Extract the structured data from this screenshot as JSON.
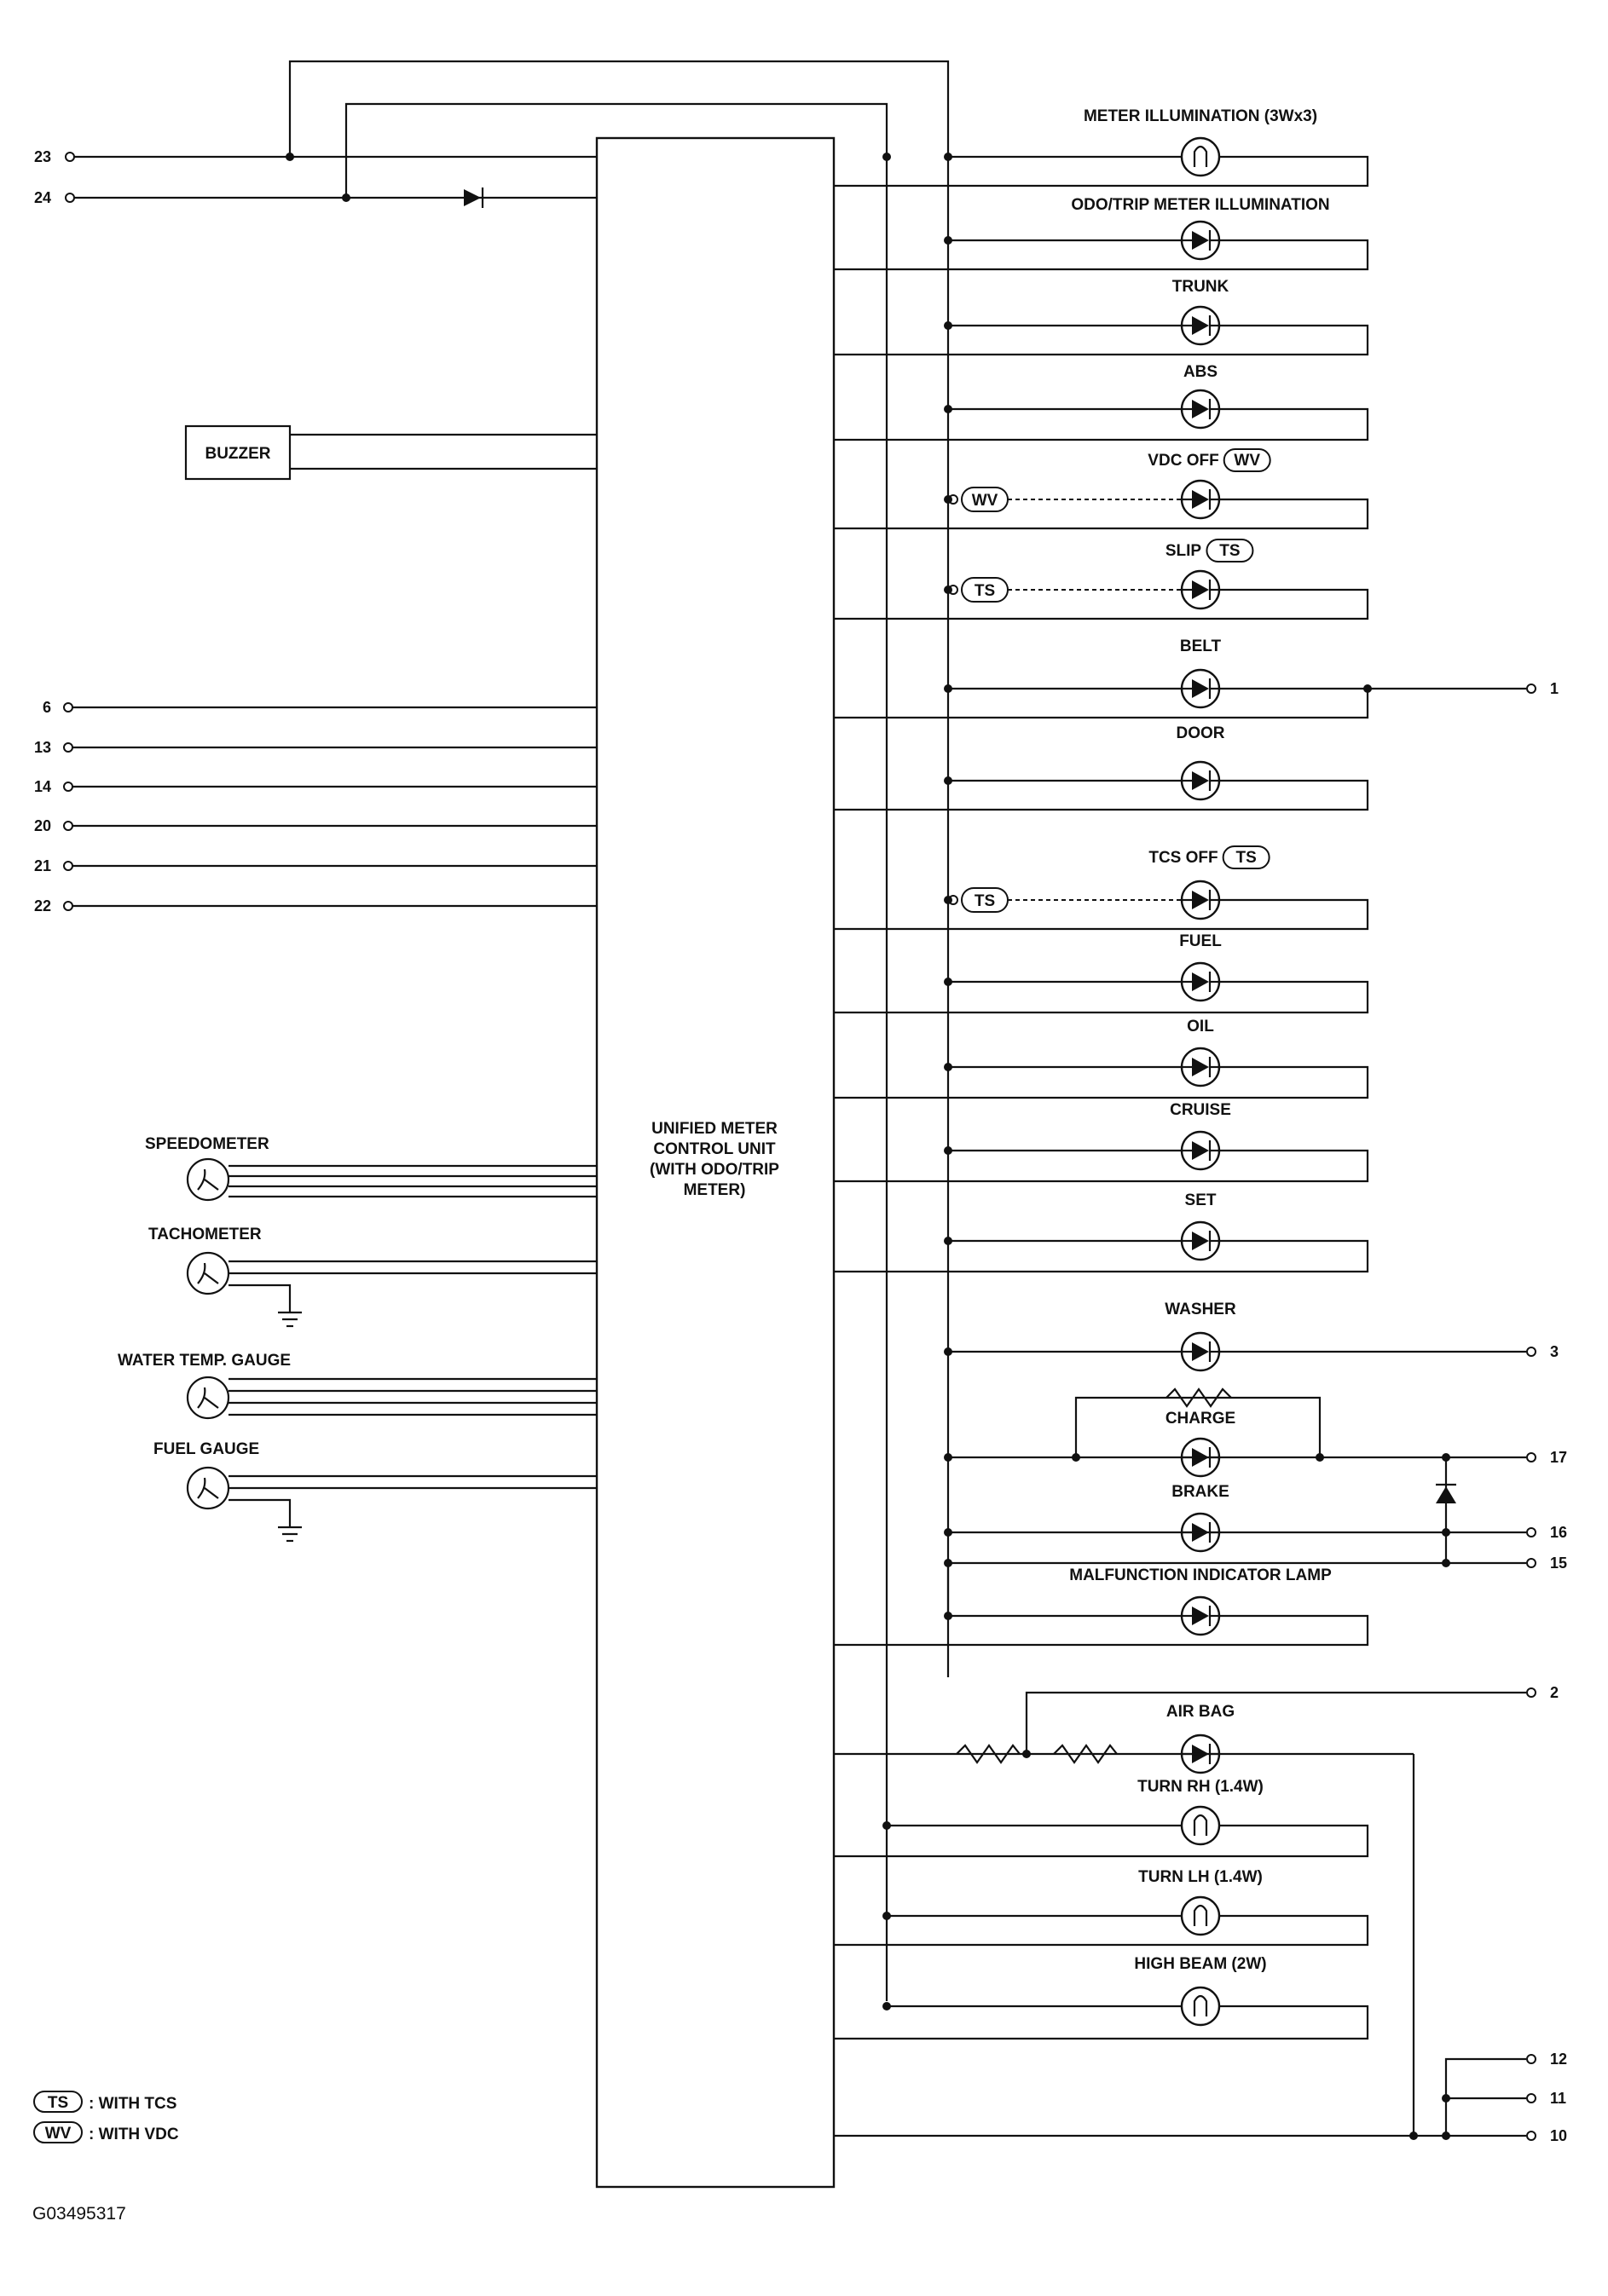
{
  "diagram_id": "G03495317",
  "control_unit": {
    "lines": [
      "UNIFIED METER",
      "CONTROL UNIT",
      "(WITH ODO/TRIP",
      "METER)"
    ]
  },
  "buzzer": "BUZZER",
  "left_pins": {
    "top": [
      "23",
      "24"
    ],
    "middle": [
      "6",
      "13",
      "14",
      "20",
      "21",
      "22"
    ]
  },
  "gauges": [
    "SPEEDOMETER",
    "TACHOMETER",
    "WATER TEMP. GAUGE",
    "FUEL GAUGE"
  ],
  "indicators": [
    "METER ILLUMINATION (3Wx3)",
    "ODO/TRIP METER ILLUMINATION",
    "TRUNK",
    "ABS",
    "VDC OFF",
    "SLIP",
    "BELT",
    "DOOR",
    "TCS OFF",
    "FUEL",
    "OIL",
    "CRUISE",
    "SET",
    "WASHER",
    "CHARGE",
    "BRAKE",
    "MALFUNCTION INDICATOR LAMP",
    "AIR BAG",
    "TURN RH (1.4W)",
    "TURN LH (1.4W)",
    "HIGH BEAM (2W)"
  ],
  "option_tags": {
    "ts": "TS",
    "wv": "WV"
  },
  "right_pins": {
    "belt": "1",
    "washer": "3",
    "charge": "17",
    "brake": "16",
    "mil": "15",
    "airbag": "2",
    "p12": "12",
    "p11": "11",
    "p10": "10"
  },
  "legend": [
    {
      "tag": "TS",
      "text": ": WITH TCS"
    },
    {
      "tag": "WV",
      "text": ": WITH VDC"
    }
  ]
}
